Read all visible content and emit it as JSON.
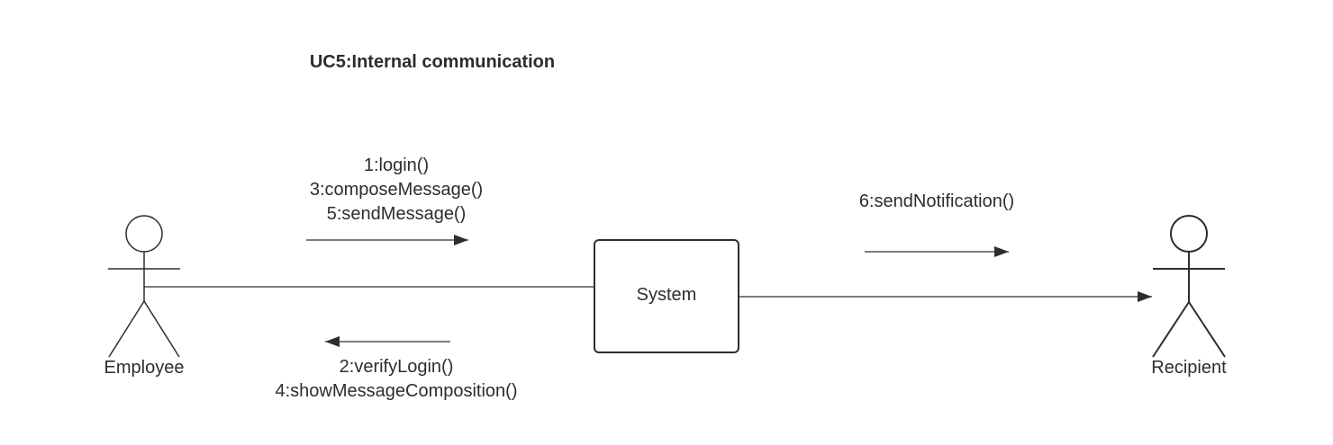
{
  "title": "UC5:Internal communication",
  "colors": {
    "stroke": "#2b2d33",
    "text": "#2b2d33",
    "background": "#ffffff"
  },
  "actors": {
    "left": {
      "name": "Employee"
    },
    "right": {
      "name": "Recipient"
    }
  },
  "system": {
    "label": "System"
  },
  "messages": {
    "to_system": [
      "1:login()",
      "3:composeMessage()",
      "5:sendMessage()"
    ],
    "from_system": [
      "2:verifyLogin()",
      "4:showMessageComposition()"
    ],
    "to_recipient": [
      "6:sendNotification()"
    ]
  }
}
